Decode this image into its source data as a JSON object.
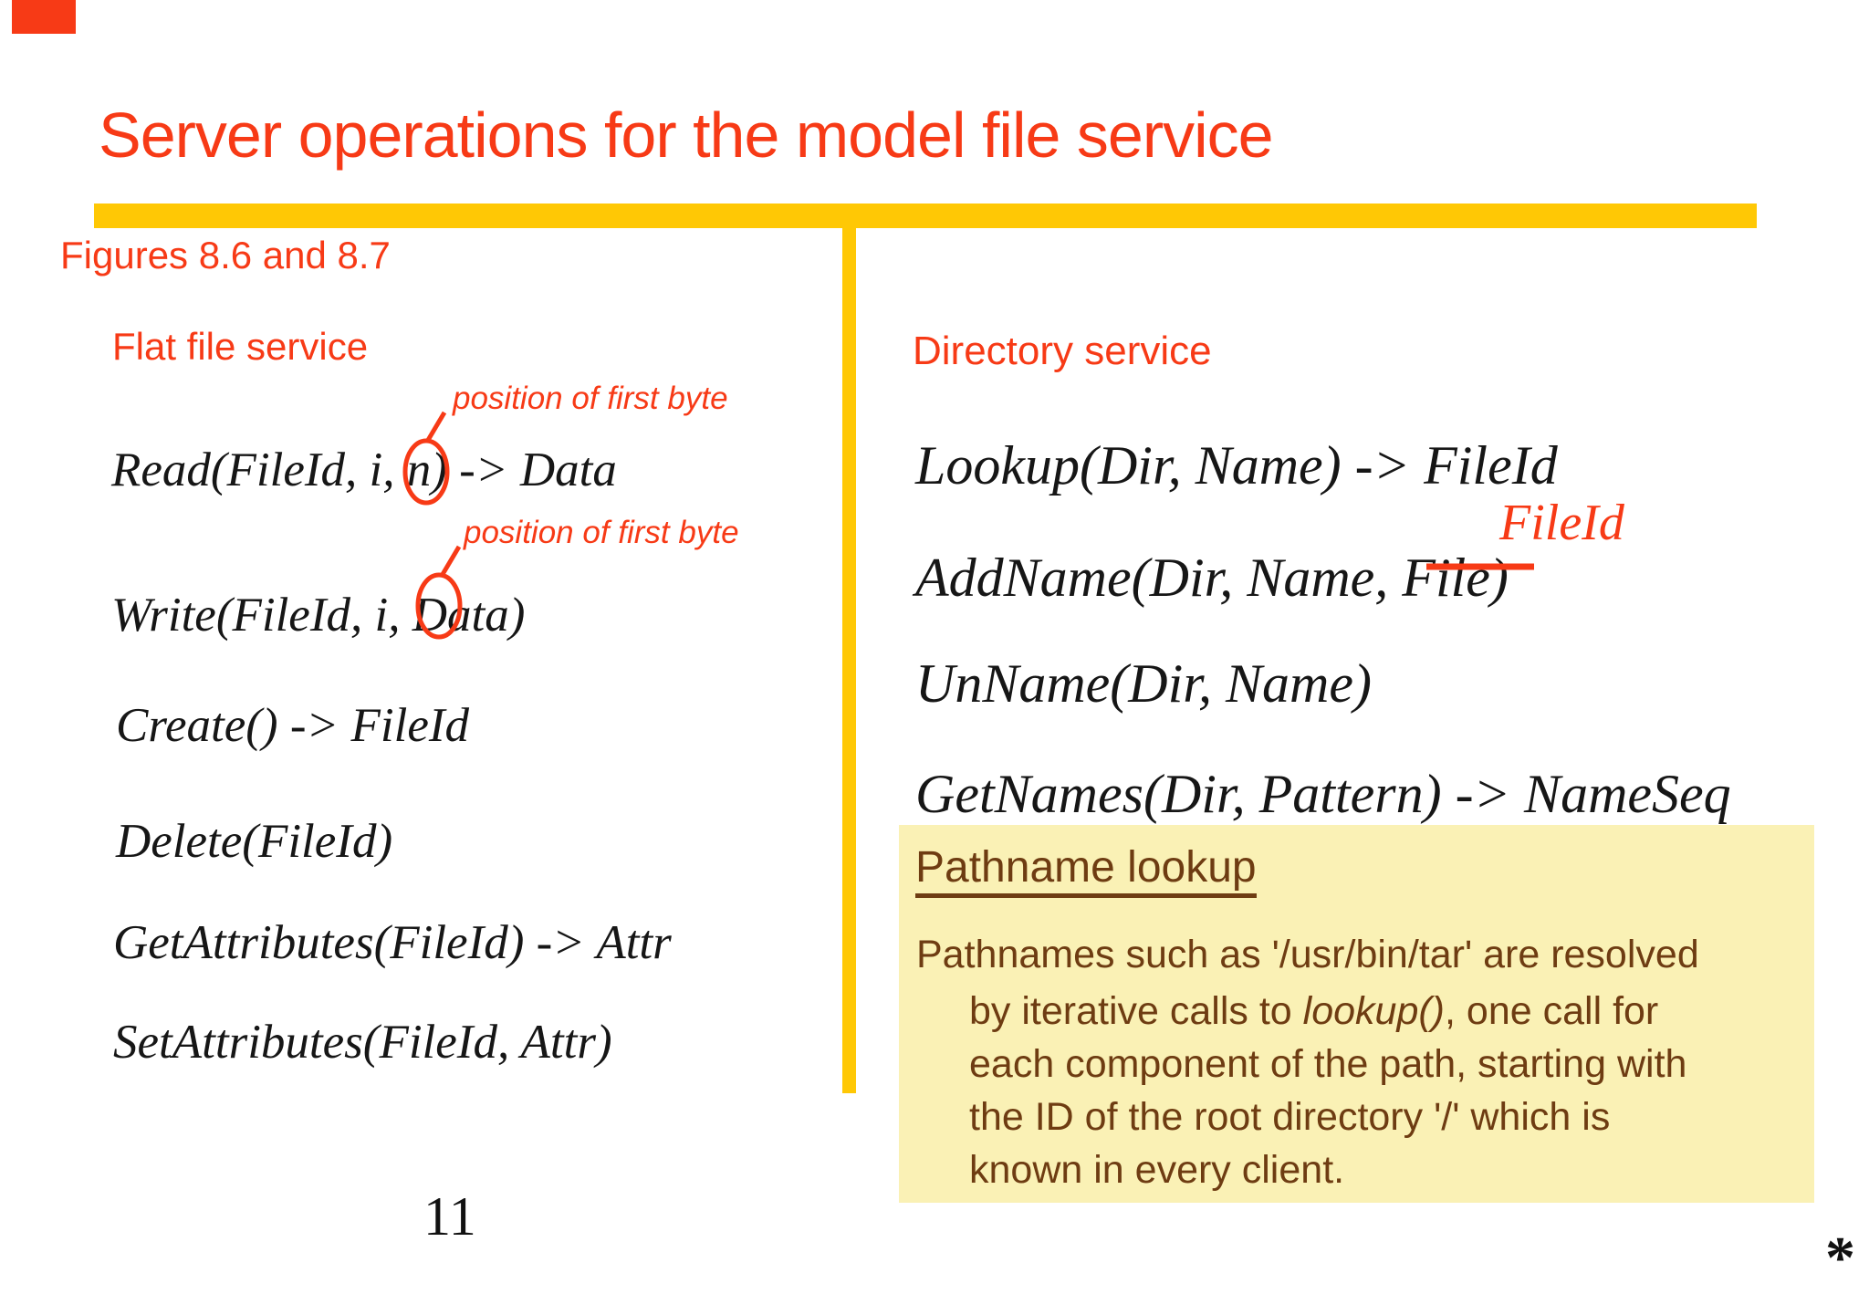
{
  "colors": {
    "accent_red": "#F73A16",
    "gold_bar": "#FFC805",
    "note_box_bg": "#FAF1B5",
    "note_box_text": "#6E3C12",
    "body_text": "#161616"
  },
  "header": {
    "title": "Server operations for the model file service"
  },
  "figures_note": {
    "text": "Figures 8.6 and 8.7"
  },
  "flat": {
    "heading": "Flat file service",
    "operations": [
      "Read(FileId, i, n) -> Data",
      "Write(FileId, i, Data)",
      "Create() -> FileId",
      "Delete(FileId)",
      "GetAttributes(FileId) -> Attr",
      "SetAttributes(FileId, Attr)"
    ]
  },
  "dir": {
    "heading": "Directory service",
    "operations": [
      "Lookup(Dir, Name) -> FileId",
      "AddName(Dir, Name, File)",
      "UnName(Dir, Name)",
      "GetNames(Dir, Pattern) -> NameSeq"
    ]
  },
  "annotations": {
    "read_note": "position of first byte",
    "write_note": "position of first byte",
    "fileid_label": "FileId"
  },
  "pathname_box": {
    "heading": "Pathname lookup",
    "lines": [
      "Pathnames such as '/usr/bin/tar' are resolved",
      {
        "pre": "by iterative calls to ",
        "italic": "lookup()",
        "post": ", one call for"
      },
      "each component of the path, starting with",
      "the ID of the root directory '/' which is",
      "known in every client."
    ]
  },
  "footer": {
    "page_number": "11",
    "footnote_marker": "*"
  }
}
